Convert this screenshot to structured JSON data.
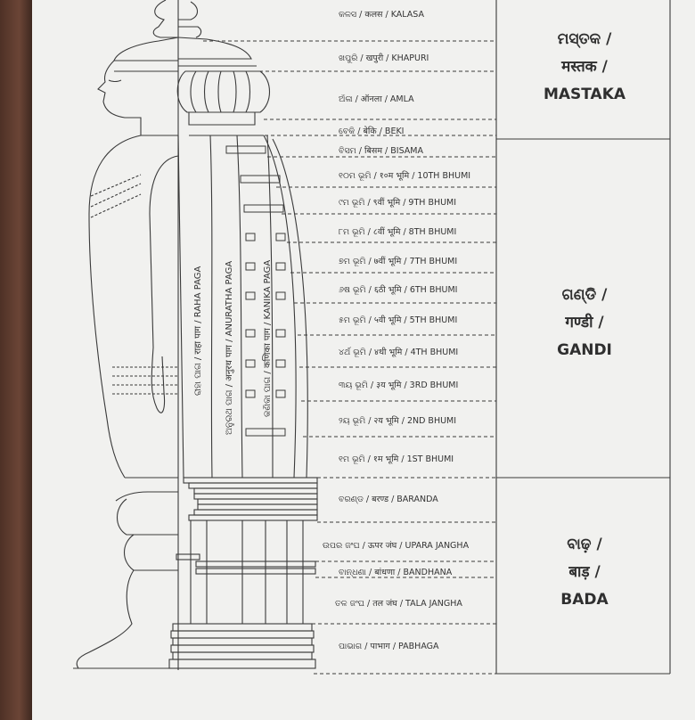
{
  "levels": [
    {
      "label": "କଳସ / कलस / KALASA"
    },
    {
      "label": "ଖପୁରି / खपुरी / KHAPURI"
    },
    {
      "label": "ଅଁଳା / ऑनला / AMLA"
    },
    {
      "label": "ବେକି / बेकि / BEKI"
    },
    {
      "label": "ବିସମ / बिसम / BISAMA"
    },
    {
      "label": "୧୦ମ ଭୂମି / १०म भूमि / 10TH BHUMI"
    },
    {
      "label": "୯ମ ଭୂମି / ९वीं भूमि / 9TH BHUMI"
    },
    {
      "label": "୮ମ ଭୂମି / ८वीं भूमि / 8TH BHUMI"
    },
    {
      "label": "୭ମ ଭୂମି / ७वीं भूमि / 7TH BHUMI"
    },
    {
      "label": "୬ଷ ଭୂମି / ६ठी भूमि / 6TH BHUMI"
    },
    {
      "label": "୫ମ ଭୂମି / ५वी भूमि / 5TH BHUMI"
    },
    {
      "label": "୪ର୍ଥ ଭୂମି / ४थी भूमि / 4TH BHUMI"
    },
    {
      "label": "୩ୟ ଭୂମି / ३य भूमि / 3RD BHUMI"
    },
    {
      "label": "୨ୟ ଭୂମି / २य भूमि / 2ND BHUMI"
    },
    {
      "label": "୧ମ ଭୂମି / १म भूमि / 1ST BHUMI"
    },
    {
      "label": "ବରଣ୍ଡ / बरण्ड / BARANDA"
    },
    {
      "label": "ଉପର ଜଂଘ / ऊपर जंघ / UPARA JANGHA"
    },
    {
      "label": "ବାନ୍ଧଣା / बांधणा / BANDHANA"
    },
    {
      "label": "ତଳ ଜଂଘ / तल जंघ / TALA JANGHA"
    },
    {
      "label": "ପାଭାଗ / पाभाग / PABHAGA"
    }
  ],
  "sections": [
    {
      "odia": "ମସ୍ତକ /",
      "hindi": "मस्तक /",
      "english": "MASTAKA"
    },
    {
      "odia": "ଗଣ୍ଡି /",
      "hindi": "गण्डी /",
      "english": "GANDI"
    },
    {
      "odia": "ବାଢ଼ /",
      "hindi": "बाड़ /",
      "english": "BADA"
    }
  ],
  "pagas": {
    "raha": "ରାହା ପାଗ / राहा पाग / RAHA PAGA",
    "anuratha": "ଅନୁରଥ ପାଗ / अनुरथ पाग / ANURATHA PAGA",
    "kanika": "କଣିକା ପାଗ / कणिका पाग / KANIKA PAGA"
  }
}
